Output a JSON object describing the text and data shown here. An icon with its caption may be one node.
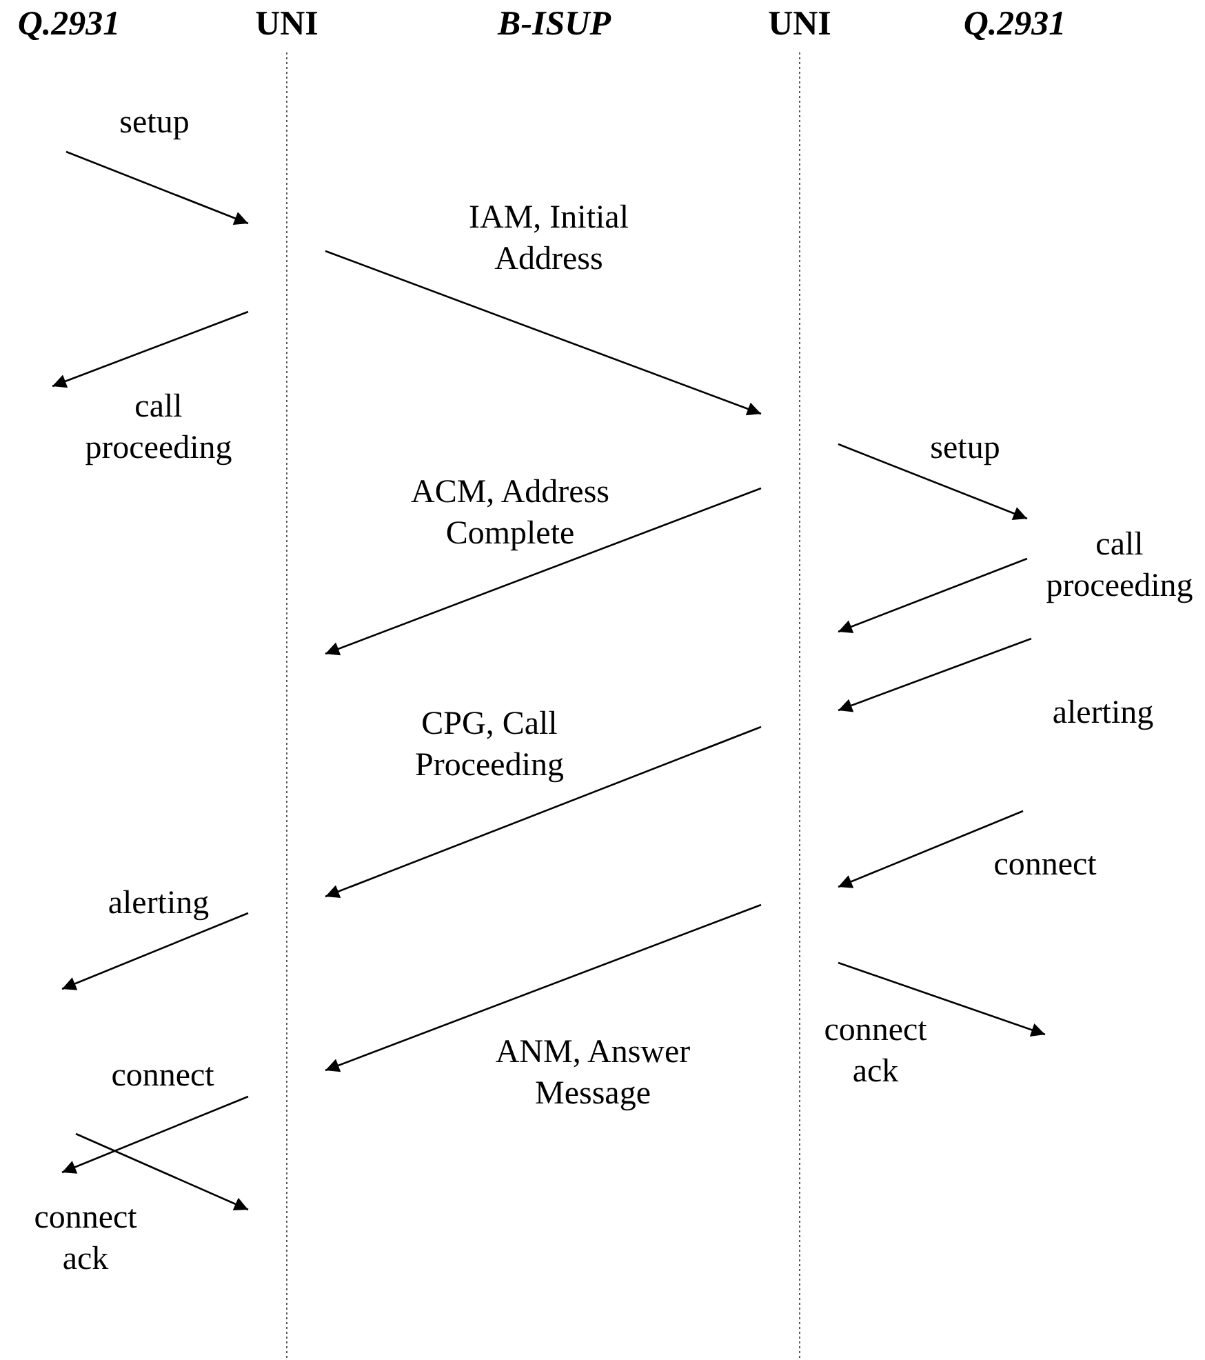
{
  "diagram": {
    "nodes": [
      {
        "text": [
          "UNI"
        ]
      },
      {
        "text": [
          "UNI"
        ]
      }
    ],
    "edges": [
      {
        "from": null,
        "to": 0,
        "arrow": "to",
        "label": "setup"
      },
      {
        "from": 0,
        "to": 1,
        "arrow": "to",
        "label": "IAM, Initial Address"
      },
      {
        "from": 0,
        "to": null,
        "arrow": "to",
        "label": "call proceeding"
      },
      {
        "from": 1,
        "to": null,
        "arrow": "to",
        "label": "setup"
      },
      {
        "from": 1,
        "to": 0,
        "arrow": "to",
        "label": "ACM, Address Complete"
      },
      {
        "from": null,
        "to": 1,
        "arrow": "to",
        "label": "call proceeding"
      },
      {
        "from": null,
        "to": 1,
        "arrow": "to",
        "label": "alerting"
      },
      {
        "from": 1,
        "to": 0,
        "arrow": "to",
        "label": "CPG, Call Proceeding"
      },
      {
        "from": null,
        "to": 1,
        "arrow": "to",
        "label": "connect"
      },
      {
        "from": 0,
        "to": null,
        "arrow": "to",
        "label": "alerting"
      },
      {
        "from": 1,
        "to": 0,
        "arrow": "to",
        "label": "ANM, Answer Message"
      },
      {
        "from": 1,
        "to": null,
        "arrow": "to",
        "label": "connect ack"
      },
      {
        "from": 0,
        "to": null,
        "arrow": "to",
        "label": "connect"
      },
      {
        "from": null,
        "to": 0,
        "arrow": "to",
        "label": "connect ack"
      }
    ],
    "labels": [
      "Q.2931",
      "B-ISUP",
      "Q.2931"
    ]
  }
}
